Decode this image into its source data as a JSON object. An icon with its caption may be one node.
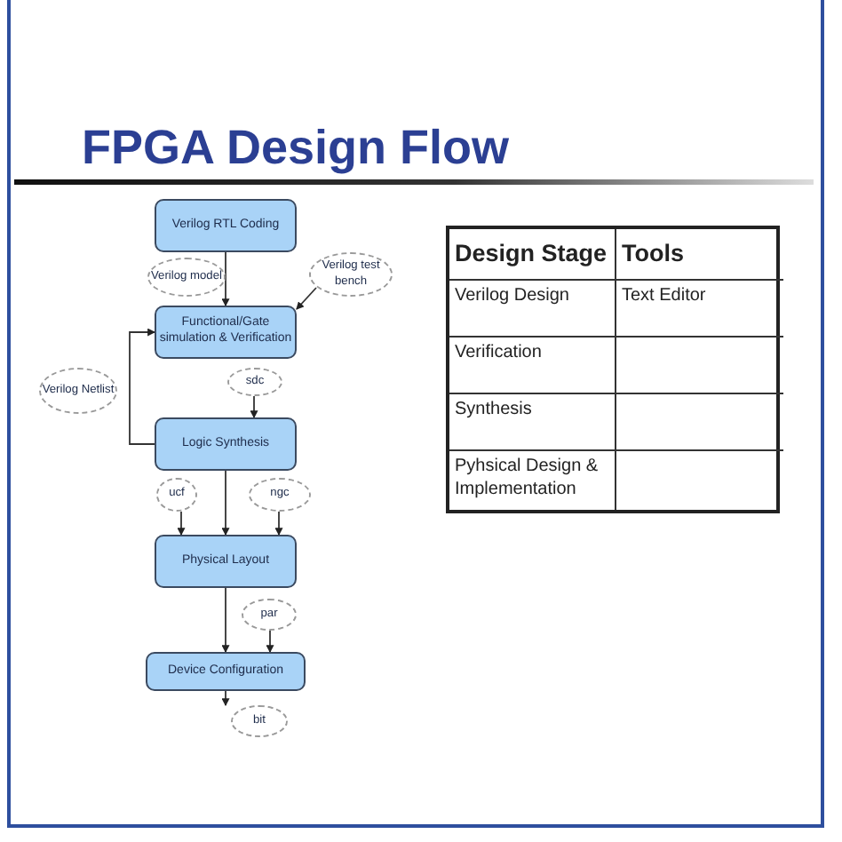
{
  "diagram": {
    "title": "FPGA Design Flow",
    "nodes": [
      {
        "text": [
          "Verilog RTL Coding"
        ]
      },
      {
        "text": [
          "Verilog model"
        ]
      },
      {
        "text": [
          "Verilog test bench"
        ]
      },
      {
        "text": [
          "Functional/Gate simulation & Verification"
        ]
      },
      {
        "text": [
          "Verilog Netlist"
        ]
      },
      {
        "text": [
          "sdc"
        ]
      },
      {
        "text": [
          "Logic Synthesis"
        ]
      },
      {
        "text": [
          "ucf"
        ]
      },
      {
        "text": [
          "ngc"
        ]
      },
      {
        "text": [
          "Physical Layout"
        ]
      },
      {
        "text": [
          "par"
        ]
      },
      {
        "text": [
          "Device Configuration"
        ]
      },
      {
        "text": [
          "bit"
        ]
      }
    ],
    "edges": [
      {
        "from": 0,
        "to": 3,
        "arrow": "to"
      },
      {
        "from": 2,
        "to": 3,
        "arrow": "to"
      },
      {
        "from": 6,
        "to": 3,
        "arrow": "to"
      },
      {
        "from": 5,
        "to": 6,
        "arrow": "to"
      },
      {
        "from": 7,
        "to": 9,
        "arrow": "to"
      },
      {
        "from": 6,
        "to": 9,
        "arrow": "to"
      },
      {
        "from": 8,
        "to": 9,
        "arrow": "to"
      },
      {
        "from": 9,
        "to": 11,
        "arrow": "to"
      },
      {
        "from": 10,
        "to": 11,
        "arrow": "to"
      },
      {
        "from": 11,
        "to": 12,
        "arrow": "to"
      }
    ],
    "labels": [
      "Design Stage",
      "Tools",
      "Verilog Design",
      "Text Editor",
      "Verification",
      "Synthesis",
      "Pyhsical Design & Implementation"
    ]
  }
}
